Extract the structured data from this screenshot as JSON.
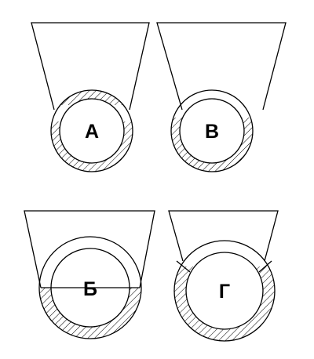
{
  "colors": {
    "line": "#000000",
    "background": "#ffffff",
    "hatch": "#000000"
  },
  "panels": [
    {
      "id": "A",
      "label": "А",
      "wall_fill": "hatched-partial-funnel-inside"
    },
    {
      "id": "V",
      "label": "В",
      "wall_fill": "hatched-partial-funnel-outside"
    },
    {
      "id": "B",
      "label": "Б",
      "wall_fill": "hatched-lower-half"
    },
    {
      "id": "G",
      "label": "Г",
      "wall_fill": "hatched-lower-arc"
    }
  ]
}
